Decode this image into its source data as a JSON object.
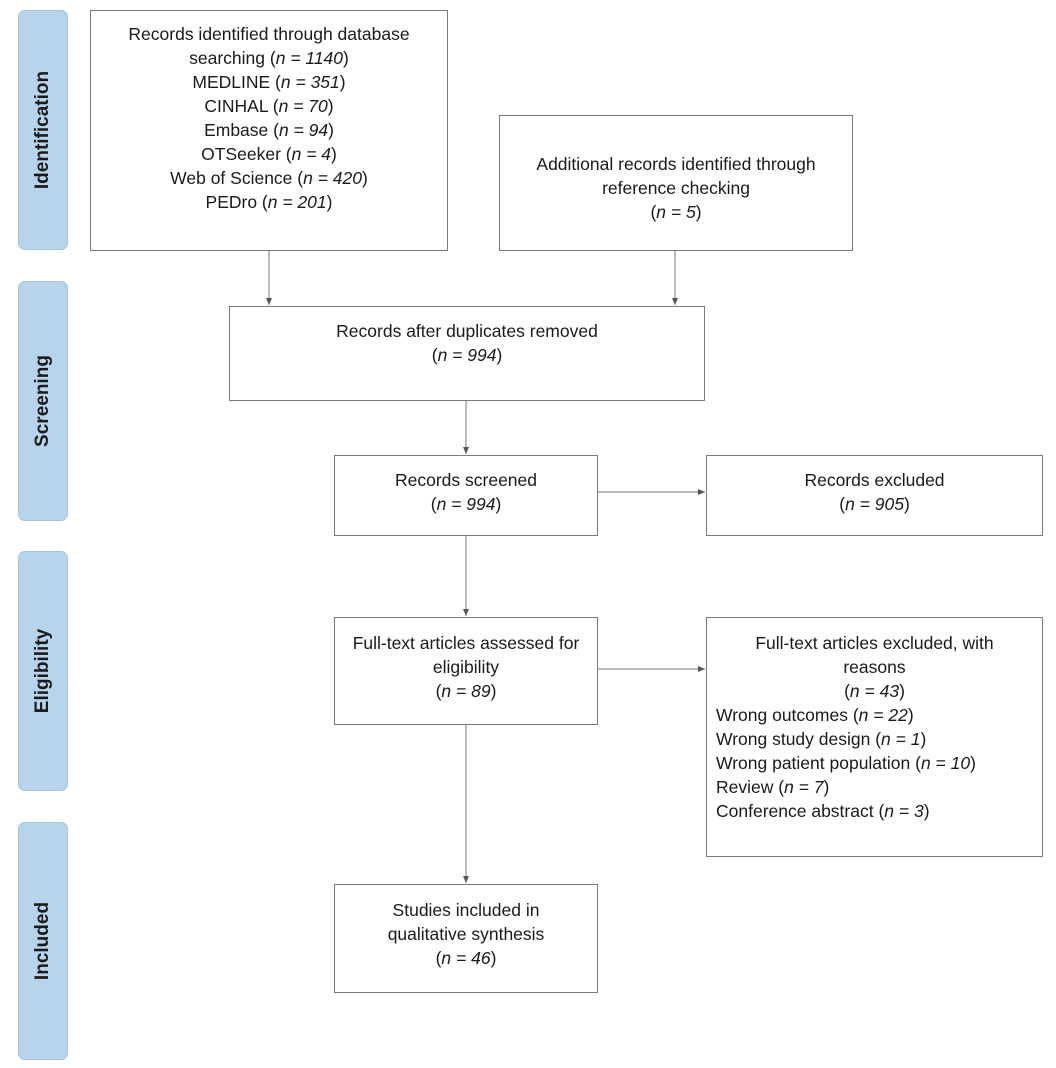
{
  "stages": {
    "identification": "Identification",
    "screening": "Screening",
    "eligibility": "Eligibility",
    "included": "Included"
  },
  "boxes": {
    "database": {
      "line1": "Records identified through database",
      "line2_text": "searching (",
      "line2_n": "n = 1140",
      "sources": [
        {
          "name": "MEDLINE (",
          "n": "n = 351"
        },
        {
          "name": "CINHAL (",
          "n": "n = 70"
        },
        {
          "name": "Embase (",
          "n": "n = 94"
        },
        {
          "name": "OTSeeker (",
          "n": "n = 4"
        },
        {
          "name": "Web of Science (",
          "n": "n = 420"
        },
        {
          "name": "PEDro (",
          "n": "n = 201"
        }
      ]
    },
    "additional": {
      "line1": "Additional records identified through",
      "line2": "reference checking",
      "n": "n = 5"
    },
    "dedup": {
      "line1": "Records after duplicates removed",
      "n": "n = 994"
    },
    "screened": {
      "line1": "Records screened",
      "n": "n = 994"
    },
    "excluded": {
      "line1": "Records excluded",
      "n": "n = 905"
    },
    "fulltext": {
      "line1": "Full-text articles assessed for",
      "line2": "eligibility",
      "n": "n = 89"
    },
    "fulltext_excluded": {
      "line1": "Full-text articles excluded, with",
      "line2": "reasons",
      "n": "n = 43",
      "reasons": [
        {
          "name": "Wrong outcomes (",
          "n": "n = 22"
        },
        {
          "name": "Wrong study design (",
          "n": "n = 1"
        },
        {
          "name": "Wrong patient population (",
          "n": "n = 10"
        },
        {
          "name": "Review (",
          "n": "n = 7"
        },
        {
          "name": "Conference abstract (",
          "n": "n = 3"
        }
      ]
    },
    "included": {
      "line1": "Studies included in",
      "line2": "qualitative synthesis",
      "n": "n = 46"
    }
  },
  "punct": {
    "open": "(",
    "close": ")"
  }
}
